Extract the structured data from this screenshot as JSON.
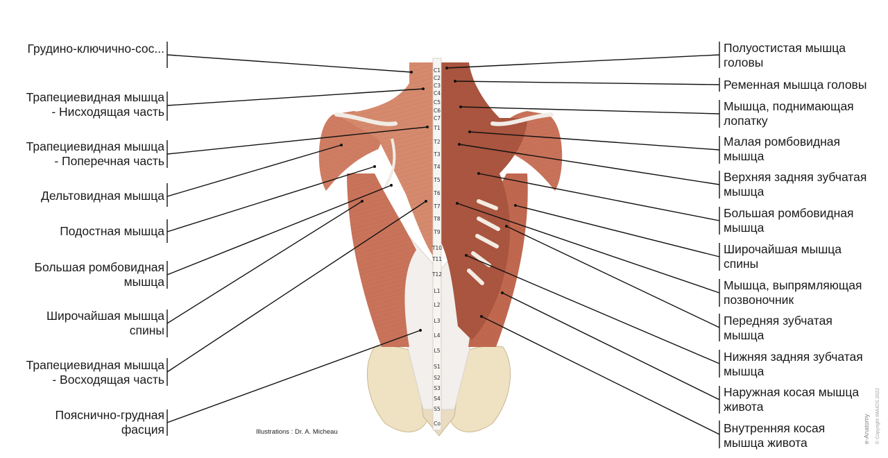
{
  "left_labels": [
    {
      "lines": [
        "Грудино-ключично-сос..."
      ]
    },
    {
      "lines": [
        "Трапециевидная мышца",
        "- Нисходящая часть"
      ]
    },
    {
      "lines": [
        "Трапециевидная мышца",
        "- Поперечная часть"
      ]
    },
    {
      "lines": [
        "Дельтовидная мышца"
      ]
    },
    {
      "lines": [
        "Подостная мышца"
      ]
    },
    {
      "lines": [
        "Большая ромбовидная",
        "мышца"
      ]
    },
    {
      "lines": [
        "Широчайшая мышца",
        "спины"
      ]
    },
    {
      "lines": [
        "Трапециевидная мышца",
        "- Восходящая часть"
      ]
    },
    {
      "lines": [
        "Пояснично-грудная",
        "фасция"
      ]
    }
  ],
  "right_labels": [
    {
      "lines": [
        "Полуостистая мышца",
        "головы"
      ]
    },
    {
      "lines": [
        "Ременная мышца головы"
      ]
    },
    {
      "lines": [
        "Мышца, поднимающая",
        "лопатку"
      ]
    },
    {
      "lines": [
        "Малая ромбовидная",
        "мышца"
      ]
    },
    {
      "lines": [
        "Верхняя задняя зубчатая",
        "мышца"
      ]
    },
    {
      "lines": [
        "Большая ромбовидная",
        "мышца"
      ]
    },
    {
      "lines": [
        "Широчайшая мышца",
        "спины"
      ]
    },
    {
      "lines": [
        "Мышца, выпрямляющая",
        "позвоночник"
      ]
    },
    {
      "lines": [
        "Передняя зубчатая",
        "мышца"
      ]
    },
    {
      "lines": [
        "Нижняя задняя зубчатая",
        "мышца"
      ]
    },
    {
      "lines": [
        "Наружная косая мышца",
        "живота"
      ]
    },
    {
      "lines": [
        "Внутренняя косая",
        "мышца живота"
      ]
    }
  ],
  "vertebra_labels": [
    "C1",
    "C2",
    "C3",
    "C4",
    "C5",
    "C6",
    "C7",
    "T1",
    "T2",
    "T3",
    "T4",
    "T5",
    "T6",
    "T7",
    "T8",
    "T9",
    "T10",
    "T11",
    "T12",
    "L1",
    "L2",
    "L3",
    "L4",
    "L5",
    "S1",
    "S2",
    "S3",
    "S4",
    "S5",
    "Co"
  ],
  "credit": "Illustrations : Dr. A. Micheau",
  "brand": "e-Anatomy",
  "copyright": "© Copyright IMAIOS 2022",
  "colors": {
    "muscle": "#c9745a",
    "muscle_dark": "#a85a44",
    "tendon": "#f1ece6",
    "bone": "#efe2c2",
    "leader_line": "#111111"
  }
}
